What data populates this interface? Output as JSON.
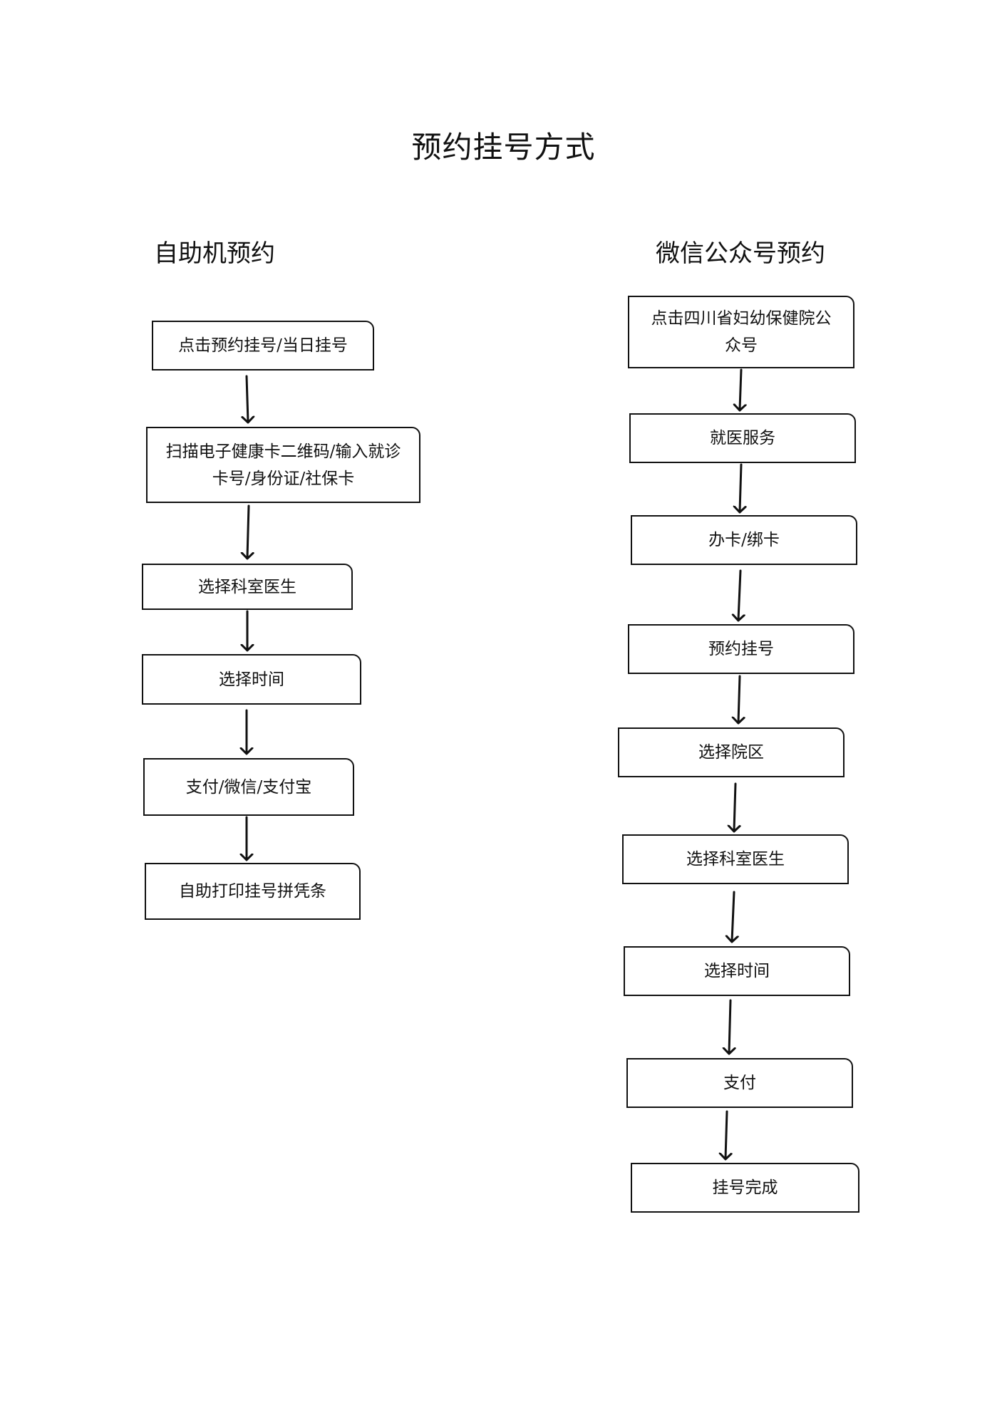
{
  "title": "预约挂号方式",
  "kiosk": {
    "heading": "自助机预约",
    "steps": [
      "点击预约挂号/当日挂号",
      "扫描电子健康卡二维码/输入就诊卡号/身份证/社保卡",
      "选择科室医生",
      "选择时间",
      "支付/微信/支付宝",
      "自助打印挂号拼凭条"
    ]
  },
  "wechat": {
    "heading": "微信公众号预约",
    "steps": [
      "点击四川省妇幼保健院公众号",
      "就医服务",
      "办卡/绑卡",
      "预约挂号",
      "选择院区",
      "选择科室医生",
      "选择时间",
      "支付",
      "挂号完成"
    ]
  },
  "colors": {
    "line": "#111111",
    "background": "#ffffff"
  }
}
